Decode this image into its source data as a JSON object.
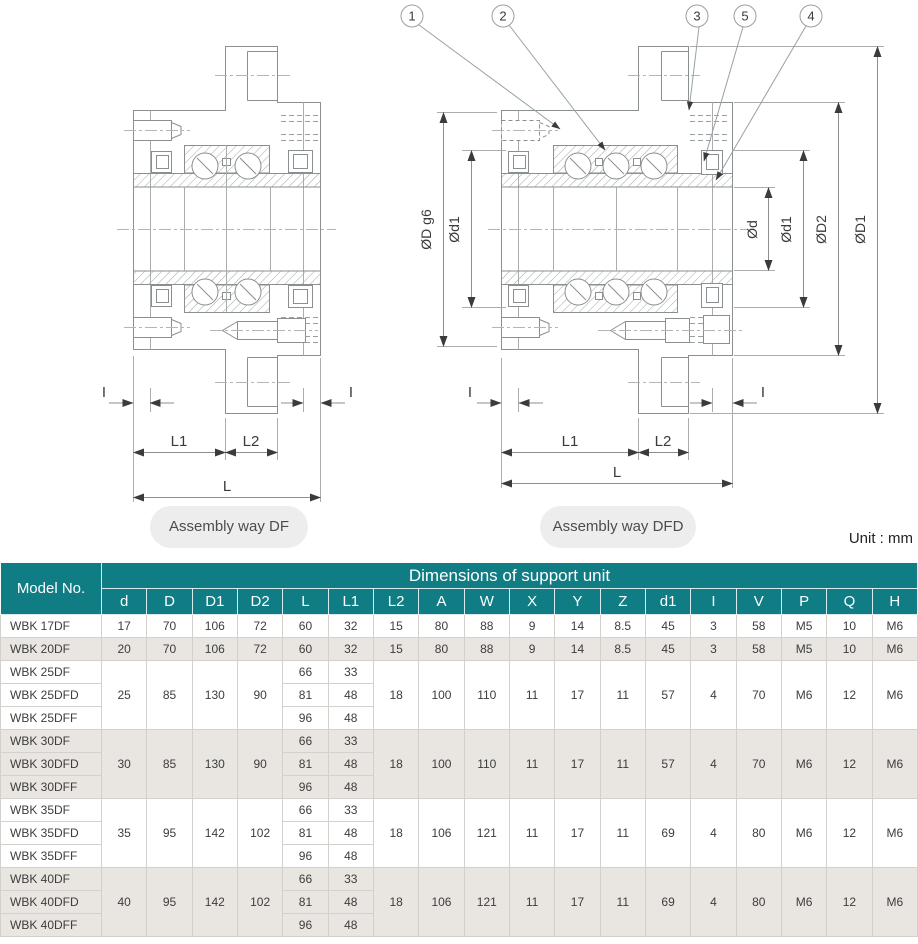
{
  "page": {
    "unit_label": "Unit : mm"
  },
  "diagrams": {
    "left_caption": "Assembly way DF",
    "right_caption": "Assembly way DFD",
    "callouts": [
      "1",
      "2",
      "3",
      "5",
      "4"
    ],
    "dim_labels": {
      "l1": "L1",
      "l2": "L2",
      "l": "L",
      "i": "I"
    },
    "dia_labels": {
      "d_g6": "ØD g6",
      "d1": "Ød1",
      "d": "Ød",
      "d2": "ØD2",
      "D1": "ØD1"
    }
  },
  "table": {
    "model_header": "Model No.",
    "group_header": "Dimensions of support unit",
    "columns": [
      "d",
      "D",
      "D1",
      "D2",
      "L",
      "L1",
      "L2",
      "A",
      "W",
      "X",
      "Y",
      "Z",
      "d1",
      "I",
      "V",
      "P",
      "Q",
      "H"
    ],
    "rows": [
      {
        "model": "WBK 17DF",
        "shade": "white",
        "cells": [
          [
            "17"
          ],
          [
            "70"
          ],
          [
            "106"
          ],
          [
            "72"
          ],
          [
            "60"
          ],
          [
            "32"
          ],
          [
            "15"
          ],
          [
            "80"
          ],
          [
            "88"
          ],
          [
            "9"
          ],
          [
            "14"
          ],
          [
            "8.5"
          ],
          [
            "45"
          ],
          [
            "3"
          ],
          [
            "58"
          ],
          [
            "M5"
          ],
          [
            "10"
          ],
          [
            "M6"
          ]
        ]
      },
      {
        "model": "WBK 20DF",
        "shade": "gray",
        "cells": [
          [
            "20"
          ],
          [
            "70"
          ],
          [
            "106"
          ],
          [
            "72"
          ],
          [
            "60"
          ],
          [
            "32"
          ],
          [
            "15"
          ],
          [
            "80"
          ],
          [
            "88"
          ],
          [
            "9"
          ],
          [
            "14"
          ],
          [
            "8.5"
          ],
          [
            "45"
          ],
          [
            "3"
          ],
          [
            "58"
          ],
          [
            "M5"
          ],
          [
            "10"
          ],
          [
            "M6"
          ]
        ]
      },
      {
        "model": "WBK 25DF",
        "shade": "white",
        "cells": [
          [
            "25",
            3
          ],
          [
            "85",
            3
          ],
          [
            "130",
            3
          ],
          [
            "90",
            3
          ],
          [
            "66"
          ],
          [
            "33"
          ],
          [
            "18",
            3
          ],
          [
            "100",
            3
          ],
          [
            "110",
            3
          ],
          [
            "11",
            3
          ],
          [
            "17",
            3
          ],
          [
            "11",
            3
          ],
          [
            "57",
            3
          ],
          [
            "4",
            3
          ],
          [
            "70",
            3
          ],
          [
            "M6",
            3
          ],
          [
            "12",
            3
          ],
          [
            "M6",
            3
          ]
        ]
      },
      {
        "model": "WBK 25DFD",
        "shade": "white",
        "cells": [
          [
            "81"
          ],
          [
            "48"
          ]
        ]
      },
      {
        "model": "WBK 25DFF",
        "shade": "white",
        "cells": [
          [
            "96"
          ],
          [
            "48"
          ]
        ]
      },
      {
        "model": "WBK 30DF",
        "shade": "gray",
        "cells": [
          [
            "30",
            3
          ],
          [
            "85",
            3
          ],
          [
            "130",
            3
          ],
          [
            "90",
            3
          ],
          [
            "66"
          ],
          [
            "33"
          ],
          [
            "18",
            3
          ],
          [
            "100",
            3
          ],
          [
            "110",
            3
          ],
          [
            "11",
            3
          ],
          [
            "17",
            3
          ],
          [
            "11",
            3
          ],
          [
            "57",
            3
          ],
          [
            "4",
            3
          ],
          [
            "70",
            3
          ],
          [
            "M6",
            3
          ],
          [
            "12",
            3
          ],
          [
            "M6",
            3
          ]
        ]
      },
      {
        "model": "WBK 30DFD",
        "shade": "gray",
        "cells": [
          [
            "81"
          ],
          [
            "48"
          ]
        ]
      },
      {
        "model": "WBK 30DFF",
        "shade": "gray",
        "cells": [
          [
            "96"
          ],
          [
            "48"
          ]
        ]
      },
      {
        "model": "WBK 35DF",
        "shade": "white",
        "cells": [
          [
            "35",
            3
          ],
          [
            "95",
            3
          ],
          [
            "142",
            3
          ],
          [
            "102",
            3
          ],
          [
            "66"
          ],
          [
            "33"
          ],
          [
            "18",
            3
          ],
          [
            "106",
            3
          ],
          [
            "121",
            3
          ],
          [
            "11",
            3
          ],
          [
            "17",
            3
          ],
          [
            "11",
            3
          ],
          [
            "69",
            3
          ],
          [
            "4",
            3
          ],
          [
            "80",
            3
          ],
          [
            "M6",
            3
          ],
          [
            "12",
            3
          ],
          [
            "M6",
            3
          ]
        ]
      },
      {
        "model": "WBK 35DFD",
        "shade": "white",
        "cells": [
          [
            "81"
          ],
          [
            "48"
          ]
        ]
      },
      {
        "model": "WBK 35DFF",
        "shade": "white",
        "cells": [
          [
            "96"
          ],
          [
            "48"
          ]
        ]
      },
      {
        "model": "WBK 40DF",
        "shade": "gray",
        "cells": [
          [
            "40",
            3
          ],
          [
            "95",
            3
          ],
          [
            "142",
            3
          ],
          [
            "102",
            3
          ],
          [
            "66"
          ],
          [
            "33"
          ],
          [
            "18",
            3
          ],
          [
            "106",
            3
          ],
          [
            "121",
            3
          ],
          [
            "11",
            3
          ],
          [
            "17",
            3
          ],
          [
            "11",
            3
          ],
          [
            "69",
            3
          ],
          [
            "4",
            3
          ],
          [
            "80",
            3
          ],
          [
            "M6",
            3
          ],
          [
            "12",
            3
          ],
          [
            "M6",
            3
          ]
        ]
      },
      {
        "model": "WBK 40DFD",
        "shade": "gray",
        "cells": [
          [
            "81"
          ],
          [
            "48"
          ]
        ]
      },
      {
        "model": "WBK 40DFF",
        "shade": "gray",
        "cells": [
          [
            "96"
          ],
          [
            "48"
          ]
        ]
      }
    ]
  },
  "colors": {
    "header_teal": "#107c84",
    "stripe": "#e9e5e0",
    "grid": "#d4d1cc"
  }
}
